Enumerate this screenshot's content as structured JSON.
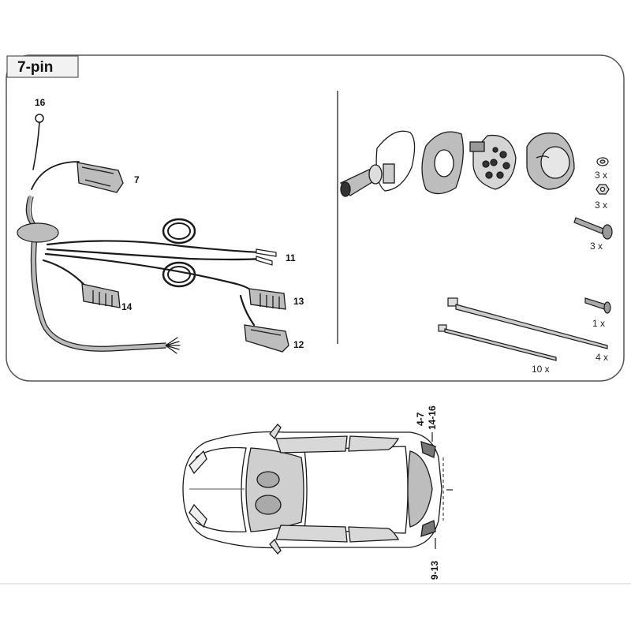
{
  "header": {
    "title": "7-pin"
  },
  "harness": {
    "labels": {
      "ring_terminal": "16",
      "connector_top": "7",
      "bullet_terminals": "11",
      "connector_bottom_left": "14",
      "connector_right_upper": "13",
      "connector_right_lower": "12"
    }
  },
  "parts": {
    "washer_qty": "3 x",
    "nut_qty": "3 x",
    "bolt_qty": "3 x",
    "screw_qty": "1 x",
    "long_tie_qty": "4 x",
    "short_tie_qty": "10 x"
  },
  "car": {
    "labels": {
      "rear_upper_a": "4-7",
      "rear_upper_b": "14-16",
      "rear_lower": "9-13"
    }
  },
  "colors": {
    "line": "#1a1a1a",
    "frame": "#555555",
    "fill_gray": "#bdbdbd",
    "fill_light": "#e6e6e6"
  }
}
